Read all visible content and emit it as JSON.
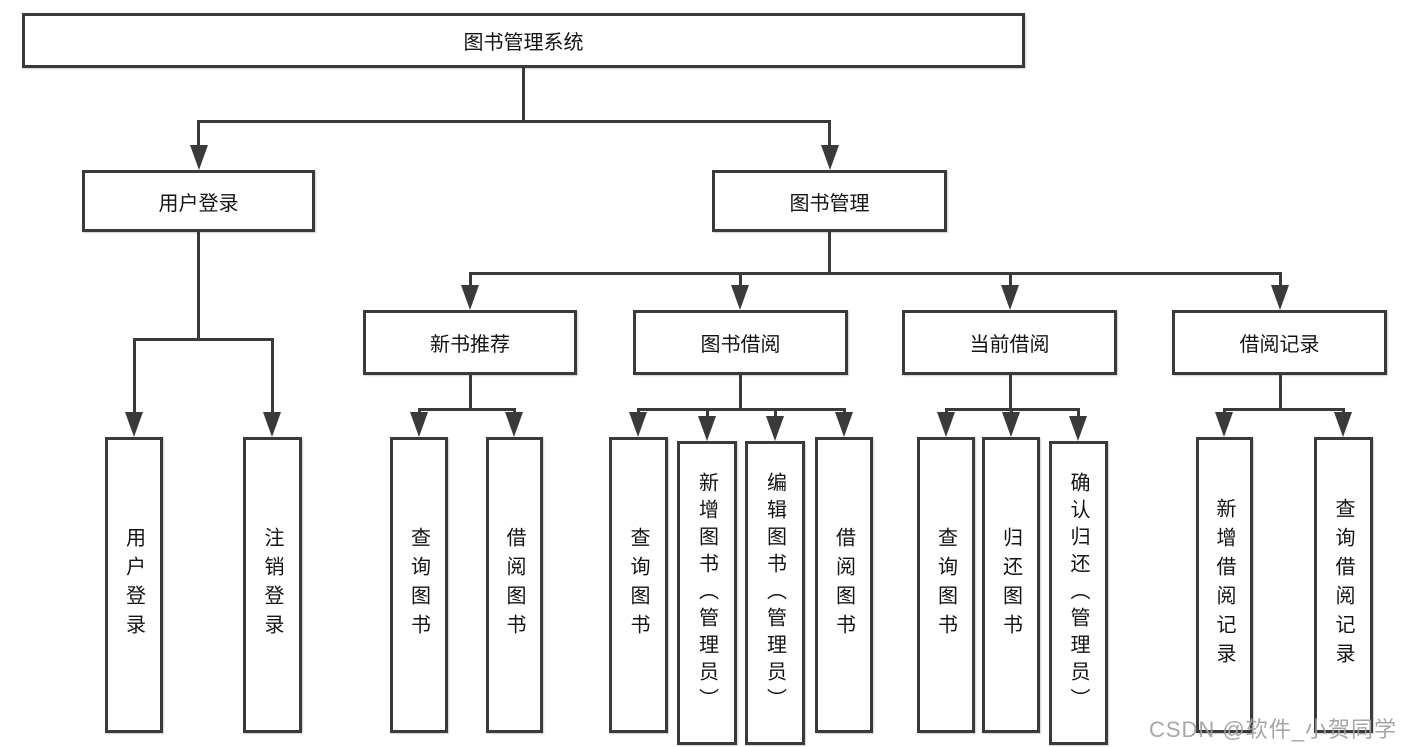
{
  "colors": {
    "background": "#ffffff",
    "line": "#3a3a3a",
    "box_border": "#3a3a3a",
    "text": "#141414",
    "watermark": "#9e9e9e"
  },
  "watermark": {
    "text": "CSDN @软件_小贺同学"
  },
  "tree": {
    "root": {
      "label": "图书管理系统",
      "children": [
        {
          "label": "用户登录",
          "children": [
            {
              "label": "用户登录"
            },
            {
              "label": "注销登录"
            }
          ]
        },
        {
          "label": "图书管理",
          "children": [
            {
              "label": "新书推荐",
              "children": [
                {
                  "label": "查询图书"
                },
                {
                  "label": "借阅图书"
                }
              ]
            },
            {
              "label": "图书借阅",
              "children": [
                {
                  "label": "查询图书"
                },
                {
                  "label": "新增图书（管理员）"
                },
                {
                  "label": "编辑图书（管理员）"
                },
                {
                  "label": "借阅图书"
                }
              ]
            },
            {
              "label": "当前借阅",
              "children": [
                {
                  "label": "查询图书"
                },
                {
                  "label": "归还图书"
                },
                {
                  "label": "确认归还（管理员）"
                }
              ]
            },
            {
              "label": "借阅记录",
              "children": [
                {
                  "label": "新增借阅记录"
                },
                {
                  "label": "查询借阅记录"
                }
              ]
            }
          ]
        }
      ]
    }
  }
}
